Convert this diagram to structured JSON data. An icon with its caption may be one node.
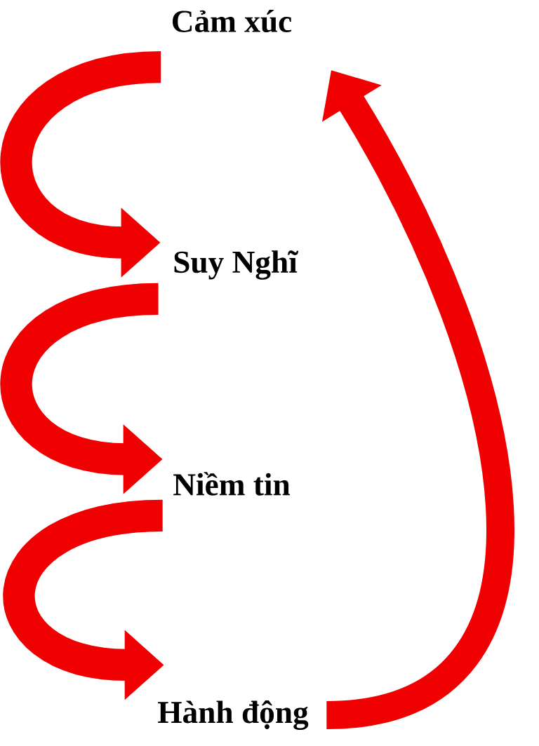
{
  "diagram": {
    "nodes": [
      {
        "text": [
          "Cảm xúc"
        ]
      },
      {
        "text": [
          "Suy Nghĩ"
        ]
      },
      {
        "text": [
          "Niềm tin"
        ]
      },
      {
        "text": [
          "Hành động"
        ]
      }
    ],
    "edges": [
      {
        "from": 0,
        "to": 1,
        "arrow": "to"
      },
      {
        "from": 1,
        "to": 2,
        "arrow": "to"
      },
      {
        "from": 2,
        "to": 3,
        "arrow": "to"
      },
      {
        "from": 3,
        "to": 0,
        "arrow": "to"
      }
    ]
  }
}
